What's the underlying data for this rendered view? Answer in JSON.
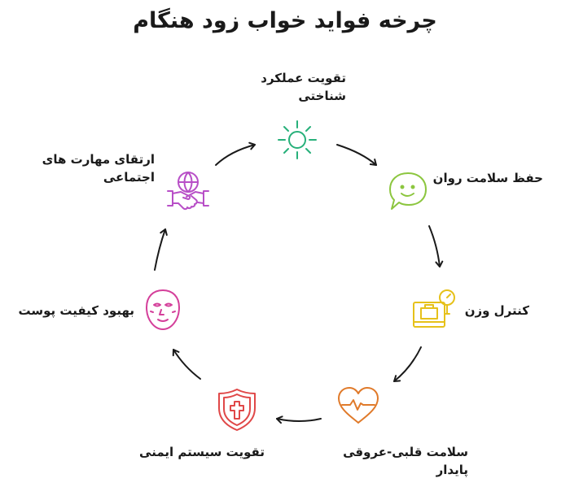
{
  "title": "چرخه فواید خواب زود هنگام",
  "nodes": [
    {
      "id": "cognitive",
      "lines": [
        "تقویت عملکرد",
        "شناختی"
      ],
      "icon": "sun-icon",
      "color": "#27b07a"
    },
    {
      "id": "mental",
      "lines": [
        "حفظ سلامت روان"
      ],
      "icon": "smiley-speech-bubble-icon",
      "color": "#8cc63f"
    },
    {
      "id": "weight",
      "lines": [
        "کنترل وزن"
      ],
      "icon": "weight-scale-icon",
      "color": "#e6c11a"
    },
    {
      "id": "heart",
      "lines": [
        "سلامت قلبی-عروقی",
        "پایدار"
      ],
      "icon": "heart-pulse-icon",
      "color": "#e07a2a"
    },
    {
      "id": "immune",
      "lines": [
        "تقویت سیستم ایمنی"
      ],
      "icon": "shield-cross-icon",
      "color": "#e04848"
    },
    {
      "id": "skin",
      "lines": [
        "بهبود کیفیت پوست"
      ],
      "icon": "face-mask-icon",
      "color": "#d43f9a"
    },
    {
      "id": "social",
      "lines": [
        "ارتقای مهارت های",
        "اجتماعی"
      ],
      "icon": "handshake-globe-icon",
      "color": "#b84fc7"
    }
  ],
  "arrow_color": "#1a1a1a"
}
